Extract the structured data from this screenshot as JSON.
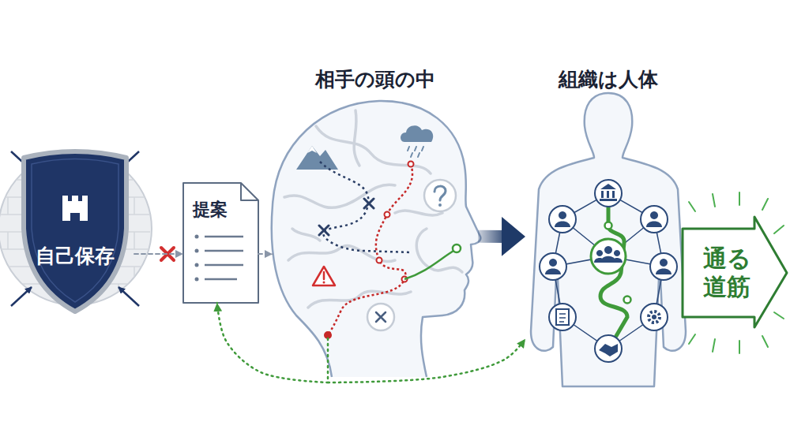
{
  "diagram": {
    "nodes": [
      {
        "text": [
          "自己保存"
        ]
      },
      {
        "text": [
          "提案"
        ]
      },
      {
        "text": [
          "相手の頭の中"
        ]
      },
      {
        "text": [
          "組織は人体"
        ]
      },
      {
        "text": [
          "通る 道筋"
        ]
      }
    ],
    "edges": [
      {
        "from": 0,
        "to": 1,
        "arrow": "to"
      },
      {
        "from": 1,
        "to": 2,
        "arrow": "to"
      },
      {
        "from": 2,
        "to": 3,
        "arrow": "to"
      },
      {
        "from": 2,
        "to": 1,
        "arrow": "to"
      },
      {
        "from": 2,
        "to": 3,
        "arrow": "to"
      }
    ]
  }
}
